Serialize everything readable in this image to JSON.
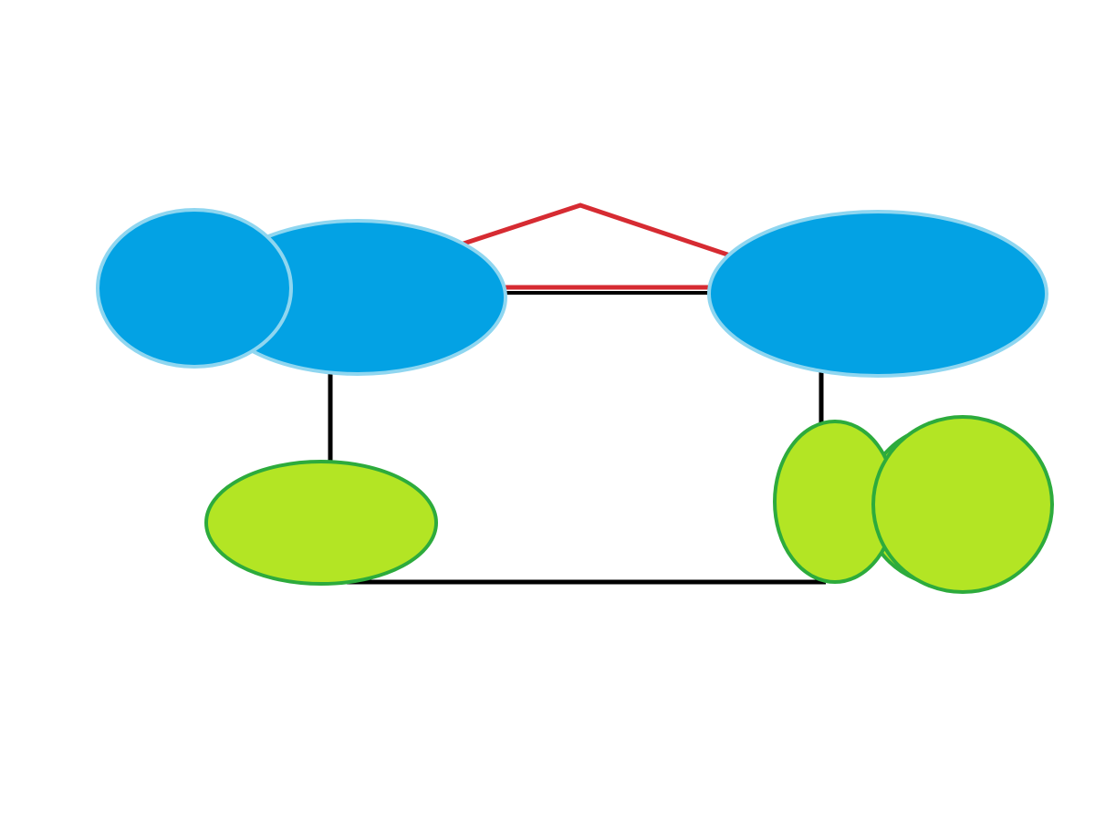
{
  "diagram": {
    "background": "#ffffff",
    "colors": {
      "blue_fill": "#03a2e4",
      "blue_stroke": "#8fd6f0",
      "green_fill": "#b3e524",
      "green_stroke": "#2dab3c",
      "red_line": "#d62b32",
      "black_line": "#000000"
    },
    "nodes": [
      {
        "id": "blue-ellipse-large-left",
        "kind": "ellipse",
        "fill": "blue"
      },
      {
        "id": "blue-ellipse-small-left",
        "kind": "ellipse",
        "fill": "blue"
      },
      {
        "id": "blue-ellipse-right",
        "kind": "ellipse",
        "fill": "blue"
      },
      {
        "id": "green-ellipse-left",
        "kind": "ellipse",
        "fill": "green"
      },
      {
        "id": "green-circle-back",
        "kind": "ellipse",
        "fill": "green"
      },
      {
        "id": "green-ellipse-right-small",
        "kind": "ellipse",
        "fill": "green"
      },
      {
        "id": "green-circle-right-large",
        "kind": "ellipse",
        "fill": "green"
      }
    ],
    "connectors": [
      {
        "id": "red-peak",
        "color": "red",
        "from": "blue-ellipse-large-left",
        "to": "blue-ellipse-right"
      },
      {
        "id": "red-top-line",
        "color": "red",
        "from": "blue-ellipse-large-left",
        "to": "blue-ellipse-right"
      },
      {
        "id": "black-top-line",
        "color": "black",
        "from": "blue-ellipse-large-left",
        "to": "blue-ellipse-right"
      },
      {
        "id": "black-left-vertical",
        "color": "black",
        "from": "blue-ellipse-large-left",
        "to": "green-ellipse-left"
      },
      {
        "id": "black-right-vertical",
        "color": "black",
        "from": "blue-ellipse-right",
        "to": "green-ellipse-right-small"
      },
      {
        "id": "black-bottom-line",
        "color": "black",
        "from": "green-ellipse-left",
        "to": "green-ellipse-right-small"
      }
    ]
  }
}
